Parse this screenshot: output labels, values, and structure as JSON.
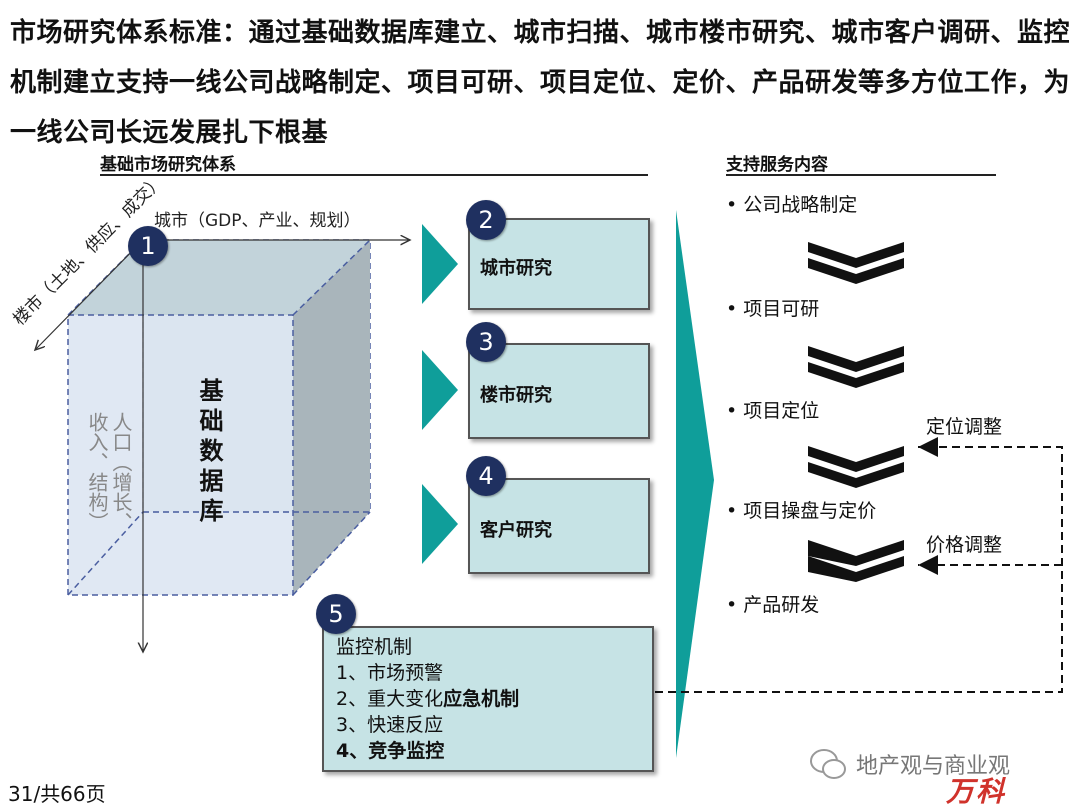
{
  "headline": "市场研究体系标准：通过基础数据库建立、城市扫描、城市楼市研究、城市客户调研、监控机制建立支持一线公司战略制定、项目可研、项目定位、定价、产品研发等多方位工作，为一线公司长远发展扎下根基",
  "left_section": {
    "title": "基础市场研究体系",
    "axis_x": "城市（GDP、产业、规划）",
    "axis_diag": "楼市（土地、供应、成交）",
    "axis_y_col1": "人口（增长、",
    "axis_y_col2": "收入、结构）",
    "cube_label": "基础数据库"
  },
  "numbers": {
    "n1": "1",
    "n2": "2",
    "n3": "3",
    "n4": "4",
    "n5": "5"
  },
  "research_boxes": {
    "city": "城市研究",
    "housing": "楼市研究",
    "customer": "客户研究"
  },
  "monitor": {
    "title": "监控机制",
    "item1": "1、市场预警",
    "item2_prefix": "2、重大变化",
    "item2_bold": "应急机制",
    "item3": "3、快速反应",
    "item4": "4、竞争监控"
  },
  "right_section": {
    "title": "支持服务内容",
    "bullets": [
      "公司战略制定",
      "项目可研",
      "项目定位",
      "项目操盘与定价",
      "产品研发"
    ],
    "feedback1": "定位调整",
    "feedback2": "价格调整"
  },
  "footer": {
    "page": "31/共66页"
  },
  "watermark": {
    "text": "地产观与商业观",
    "logo": "万科"
  },
  "colors": {
    "navy": "#1f3060",
    "teal": "#0f9e9a",
    "box": "#c6e3e5"
  }
}
